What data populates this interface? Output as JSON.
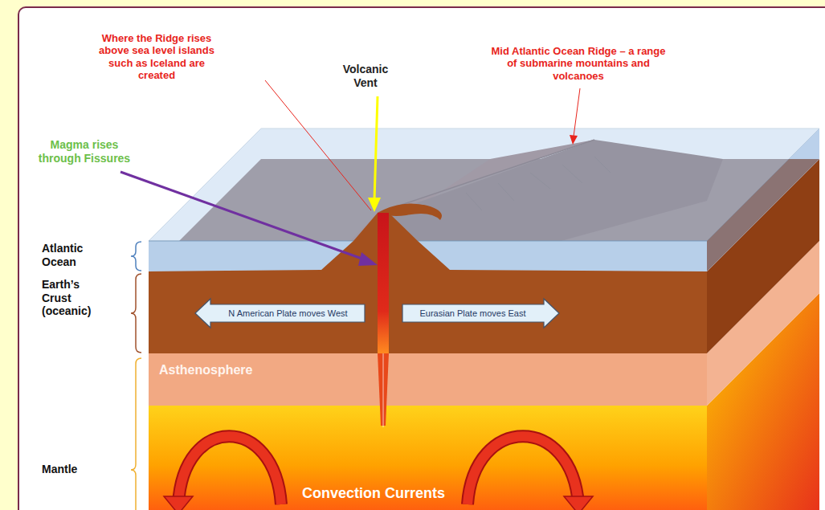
{
  "diagram": {
    "nodes": [
      {
        "text": [
          "N American Plate moves West"
        ]
      },
      {
        "text": [
          "Eurasian Plate moves East"
        ]
      }
    ],
    "labels": [
      "Where the Ridge rises above sea level islands such as Iceland are created",
      "Volcanic Vent",
      "Mid Atlantic Ocean Ridge – a range of submarine mountains and volcanoes",
      "Magma rises through Fissures",
      "Atlantic Ocean",
      "Earth’s Crust (oceanic)",
      "Asthenosphere",
      "Mantle",
      "Convection Currents"
    ]
  }
}
